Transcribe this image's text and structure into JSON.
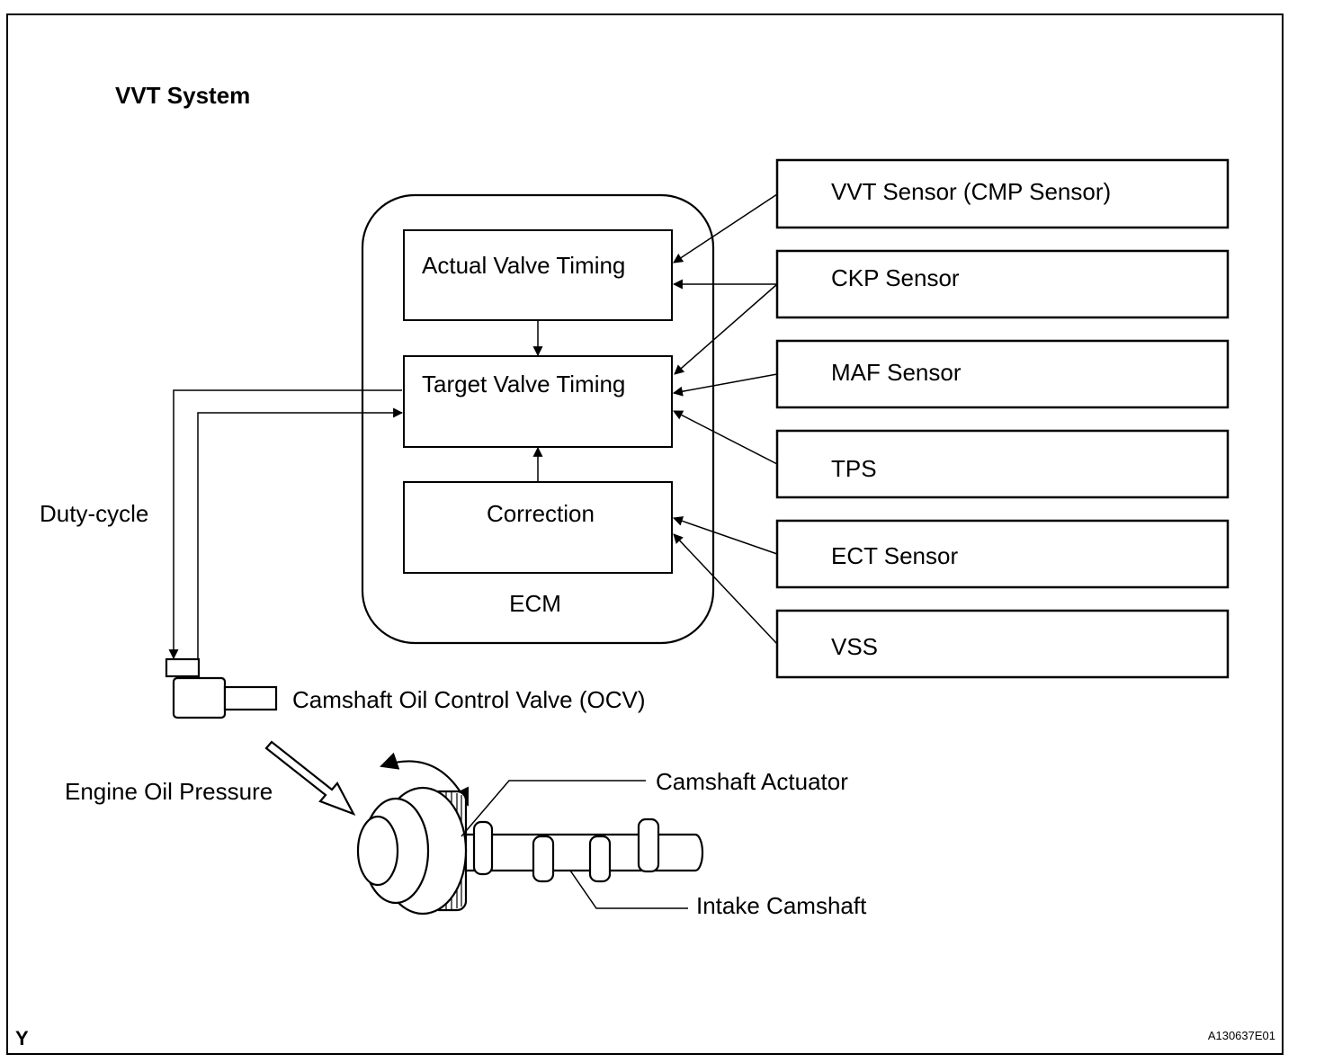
{
  "title": "VVT System",
  "ecm": {
    "label": "ECM",
    "blocks": {
      "actual": "Actual Valve Timing",
      "target": "Target Valve Timing",
      "correction": "Correction"
    }
  },
  "sensors": [
    "VVT Sensor (CMP Sensor)",
    "CKP Sensor",
    "MAF Sensor",
    "TPS",
    "ECT Sensor",
    "VSS"
  ],
  "labels": {
    "duty_cycle": "Duty-cycle",
    "ocv": "Camshaft Oil Control Valve (OCV)",
    "engine_oil_pressure": "Engine Oil Pressure",
    "camshaft_actuator": "Camshaft Actuator",
    "intake_camshaft": "Intake Camshaft"
  },
  "corner_mark": "Y",
  "figure_id": "A130637E01"
}
